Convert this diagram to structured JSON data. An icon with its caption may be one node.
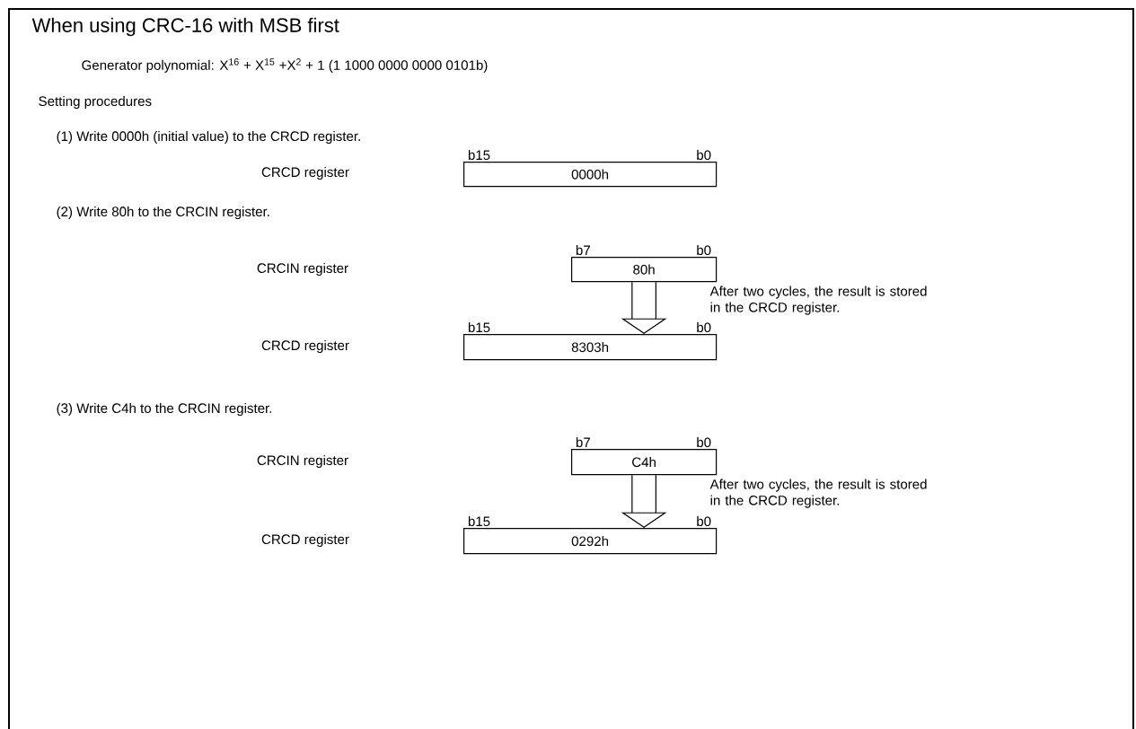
{
  "diagram": {
    "title": "When using CRC-16 with MSB first",
    "nodes": [
      {
        "text": [
          "0000h"
        ],
        "beside": [
          "b15",
          "b0"
        ]
      },
      {
        "text": [
          "80h"
        ],
        "beside": [
          "b7",
          "b0"
        ]
      },
      {
        "text": [
          "8303h"
        ],
        "beside": [
          "b15",
          "b0"
        ]
      },
      {
        "text": [
          "C4h"
        ],
        "beside": [
          "b7",
          "b0"
        ]
      },
      {
        "text": [
          "0292h"
        ],
        "beside": [
          "b15",
          "b0"
        ]
      }
    ],
    "edges": [
      {
        "from": 1,
        "to": 2,
        "arrow": "to",
        "label": "After two cycles, the result is stored in the CRCD register."
      },
      {
        "from": 3,
        "to": 4,
        "arrow": "to",
        "label": "After two cycles, the result is stored in the CRCD register."
      }
    ],
    "labels": [
      "Generator polynomial: X$^{16}$ + X$^{15}$ +X$^{2}$ + 1 (1 1000 0000 0000 0101b)",
      "Setting procedures",
      "(1) Write 0000h (initial value) to the CRCD register.",
      "CRCD register",
      "(2) Write 80h to the CRCIN register.",
      "CRCIN register",
      "CRCD register",
      "(3) Write C4h to the CRCIN register.",
      "CRCIN register",
      "CRCD register"
    ]
  }
}
